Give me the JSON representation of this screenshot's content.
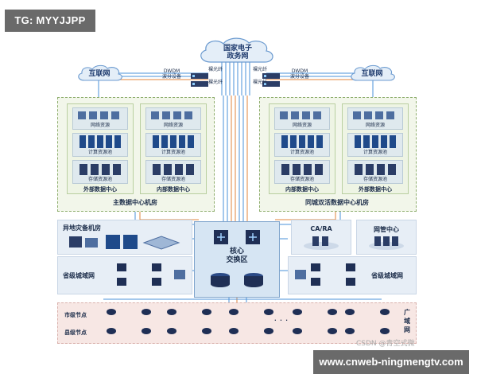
{
  "tag_badge": "TG: MYYJJPP",
  "url_badge": "www.cnweb-ningmengtv.com",
  "watermark": "CSDN @青空式微",
  "gov_cloud": {
    "line1": "国家电子",
    "line2": "政务网"
  },
  "internet_left": "互联网",
  "internet_right": "互联网",
  "dwdm_left": {
    "line1": "DWDM",
    "line2": "波分设备"
  },
  "dwdm_right": {
    "line1": "DWDM",
    "line2": "波分设备"
  },
  "fiber_left": "裸光纤",
  "fiber_right": "裸光纤",
  "resources": {
    "network": "网络资源",
    "compute": "计算资源池",
    "storage": "存储资源池"
  },
  "main_room": {
    "label": "主数据中心机房",
    "dc_a": "外部数据中心",
    "dc_b": "内部数据中心"
  },
  "dr_room": {
    "label": "同城双活数据中心机房",
    "dc_a": "内部数据中心",
    "dc_b": "外部数据中心"
  },
  "offsite_dr": "异地灾备机房",
  "ca_ra": "CA/RA",
  "nms_center": "网管中心",
  "core": {
    "line1": "核心",
    "line2": "交换区"
  },
  "province_left": "省级城域网",
  "province_right": "省级城域网",
  "city_nodes": "市级节点",
  "county_nodes": "县级节点",
  "ellipsis": "· · ·",
  "wan": {
    "c1": "广",
    "c2": "域",
    "c3": "网"
  },
  "colors": {
    "accent_blue": "#2d7fd0",
    "line_blue": "#4a90d9",
    "line_orange": "#e0843c",
    "device_dark": "#1f2f55"
  }
}
